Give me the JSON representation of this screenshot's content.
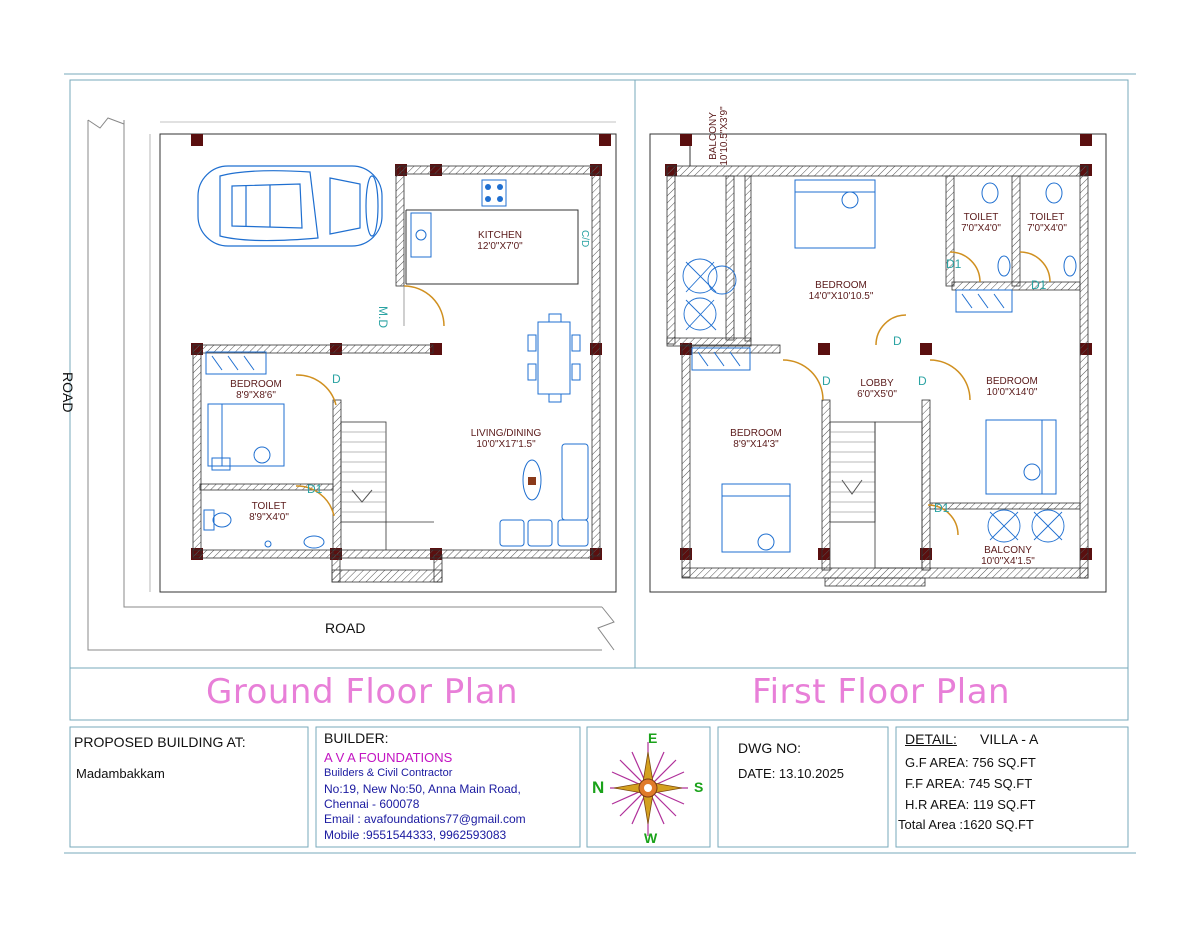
{
  "titles": {
    "ground": "Ground Floor Plan",
    "first": "First Floor Plan"
  },
  "road_labels": {
    "west": "ROAD",
    "south": "ROAD"
  },
  "ground_rooms": [
    {
      "name": "KITCHEN",
      "size": "12'0\"X7'0\""
    },
    {
      "name": "LIVING/DINING",
      "size": "10'0\"X17'1.5\""
    },
    {
      "name": "BEDROOM",
      "size": "8'9\"X8'6\""
    },
    {
      "name": "TOILET",
      "size": "8'9\"X4'0\""
    }
  ],
  "ground_doors": {
    "main": "M.D",
    "bed": "D",
    "toilet": "D1",
    "cd": "C/D"
  },
  "first_rooms": [
    {
      "name": "BALCONY",
      "size": "10'10.5\"X3'9\""
    },
    {
      "name": "BEDROOM",
      "size": "14'0\"X10'10.5\""
    },
    {
      "name": "TOILET",
      "size": "7'0\"X4'0\""
    },
    {
      "name": "TOILET",
      "size": "7'0\"X4'0\""
    },
    {
      "name": "LOBBY",
      "size": "6'0\"X5'0\""
    },
    {
      "name": "BEDROOM",
      "size": "8'9\"X14'3\""
    },
    {
      "name": "BEDROOM",
      "size": "10'0\"X14'0\""
    },
    {
      "name": "BALCONY",
      "size": "10'0\"X4'1.5\""
    }
  ],
  "first_doors": {
    "d_lobby_top": "D",
    "d_left": "D",
    "d_right": "D",
    "d1_bed": "D1",
    "d1_toilet": "D1",
    "d1_balcony": "D1"
  },
  "title_block": {
    "proposed_label": "PROPOSED BUILDING AT:",
    "location": "Madambakkam",
    "builder_label": "BUILDER:",
    "builder_name": "A V A FOUNDATIONS",
    "builder_lines": [
      "Builders & Civil Contractor",
      "No:19, New No:50, Anna Main Road,",
      "Chennai - 600078",
      "Email : avafoundations77@gmail.com",
      "Mobile :9551544333, 9962593083"
    ],
    "dwg_no_label": "DWG NO:",
    "date": "DATE: 13.10.2025",
    "detail_label": "DETAIL:",
    "detail_value": "VILLA - A",
    "areas": [
      "G.F AREA: 756 SQ.FT",
      "F.F AREA: 745 SQ.FT",
      "H.R AREA: 119 SQ.FT",
      "Total Area :1620 SQ.FT"
    ]
  },
  "compass": {
    "north": "N",
    "south": "S",
    "east": "E",
    "west": "W"
  },
  "colors": {
    "title": "#e87fd8",
    "builder_name": "#c214c2",
    "builder_text": "#1a1aa0",
    "door_label": "#2aa3a3",
    "column": "#5a0f0f",
    "compass_letter": "#1aa21a",
    "car": "#1f6fd0"
  }
}
